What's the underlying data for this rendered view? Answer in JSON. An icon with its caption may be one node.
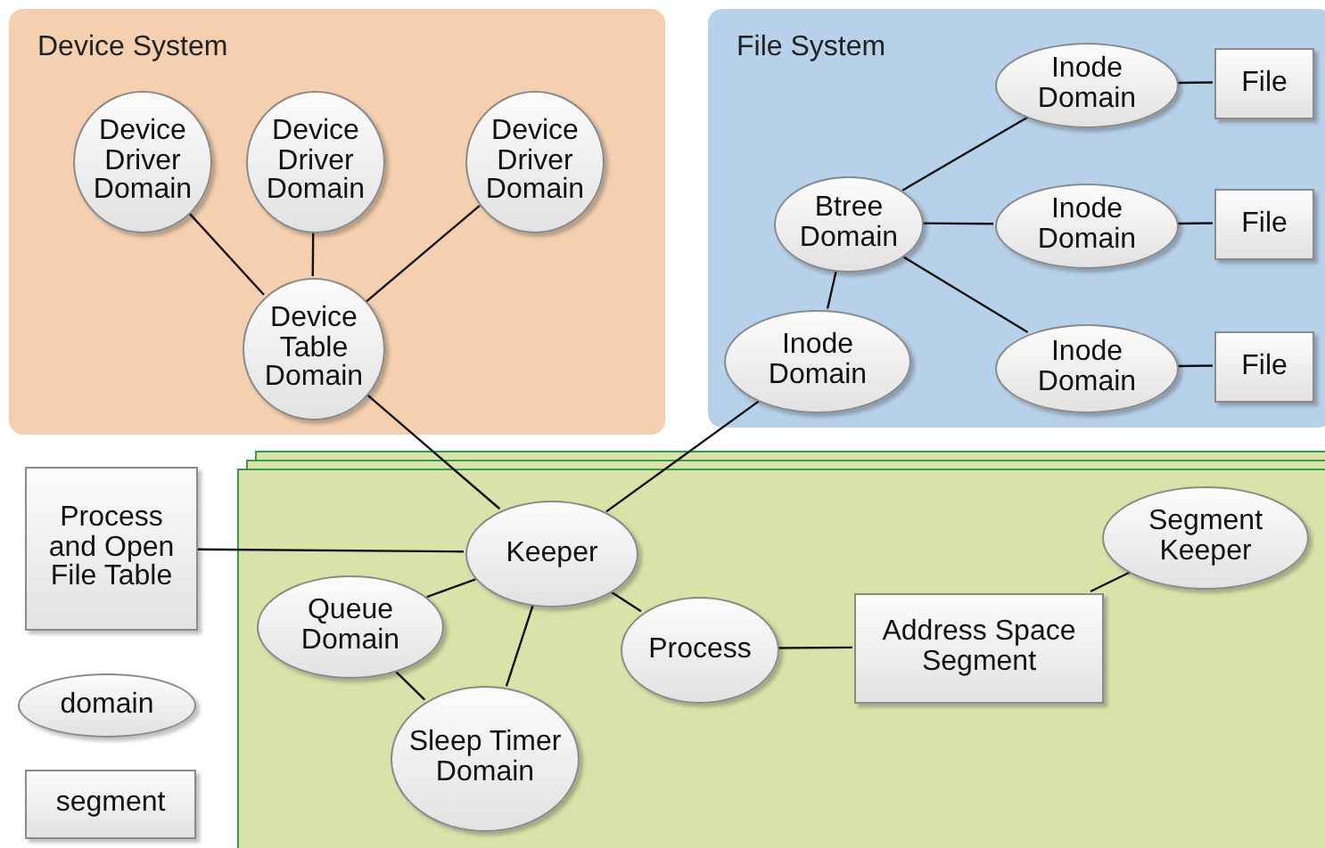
{
  "diagram": {
    "nodes": [
      {
        "text": [
          "Device System"
        ]
      },
      {
        "text": [
          "Device Driver Domain"
        ],
        "in": 0
      },
      {
        "text": [
          "Device Driver Domain"
        ],
        "in": 0
      },
      {
        "text": [
          "Device Driver Domain"
        ],
        "in": 0
      },
      {
        "text": [
          "Device Table Domain"
        ],
        "in": 0
      },
      {
        "text": [
          "File System"
        ]
      },
      {
        "text": [
          "Inode Domain"
        ],
        "in": 5
      },
      {
        "text": [
          "File"
        ],
        "in": 5
      },
      {
        "text": [
          "Btree Domain"
        ],
        "in": 5
      },
      {
        "text": [
          "Inode Domain"
        ],
        "in": 5
      },
      {
        "text": [
          "File"
        ],
        "in": 5
      },
      {
        "text": [
          "Inode Domain"
        ],
        "in": 5
      },
      {
        "text": [
          "File"
        ],
        "in": 5
      },
      {
        "text": [
          "Inode Domain"
        ],
        "in": 5
      },
      {
        "text": [],
        "shape": "box"
      },
      {
        "text": [
          "Process and Open File Table"
        ]
      },
      {
        "text": [
          "Keeper"
        ],
        "in": 14
      },
      {
        "text": [
          "Queue Domain"
        ],
        "in": 14
      },
      {
        "text": [
          "Sleep Timer Domain"
        ],
        "in": 14
      },
      {
        "text": [
          "Process"
        ],
        "in": 14
      },
      {
        "text": [
          "Address Space Segment"
        ],
        "in": 14
      },
      {
        "text": [
          "Segment Keeper"
        ],
        "in": 14
      }
    ],
    "edges": [
      {
        "from": 1,
        "to": 4,
        "arrow": "none"
      },
      {
        "from": 2,
        "to": 4,
        "arrow": "none"
      },
      {
        "from": 3,
        "to": 4,
        "arrow": "none"
      },
      {
        "from": 4,
        "to": 16,
        "arrow": "none"
      },
      {
        "from": 8,
        "to": 6,
        "arrow": "none"
      },
      {
        "from": 6,
        "to": 7,
        "arrow": "none"
      },
      {
        "from": 8,
        "to": 9,
        "arrow": "none"
      },
      {
        "from": 9,
        "to": 10,
        "arrow": "none"
      },
      {
        "from": 8,
        "to": 11,
        "arrow": "none"
      },
      {
        "from": 11,
        "to": 12,
        "arrow": "none"
      },
      {
        "from": 8,
        "to": 13,
        "arrow": "none"
      },
      {
        "from": 13,
        "to": 16,
        "arrow": "none"
      },
      {
        "from": 15,
        "to": 16,
        "arrow": "none"
      },
      {
        "from": 16,
        "to": 17,
        "arrow": "none"
      },
      {
        "from": 16,
        "to": 18,
        "arrow": "none"
      },
      {
        "from": 17,
        "to": 18,
        "arrow": "none"
      },
      {
        "from": 16,
        "to": 19,
        "arrow": "none"
      },
      {
        "from": 19,
        "to": 20,
        "arrow": "none"
      },
      {
        "from": 20,
        "to": 21,
        "arrow": "none"
      }
    ],
    "legend": [
      {
        "text": "domain"
      },
      {
        "text": "segment"
      }
    ]
  }
}
